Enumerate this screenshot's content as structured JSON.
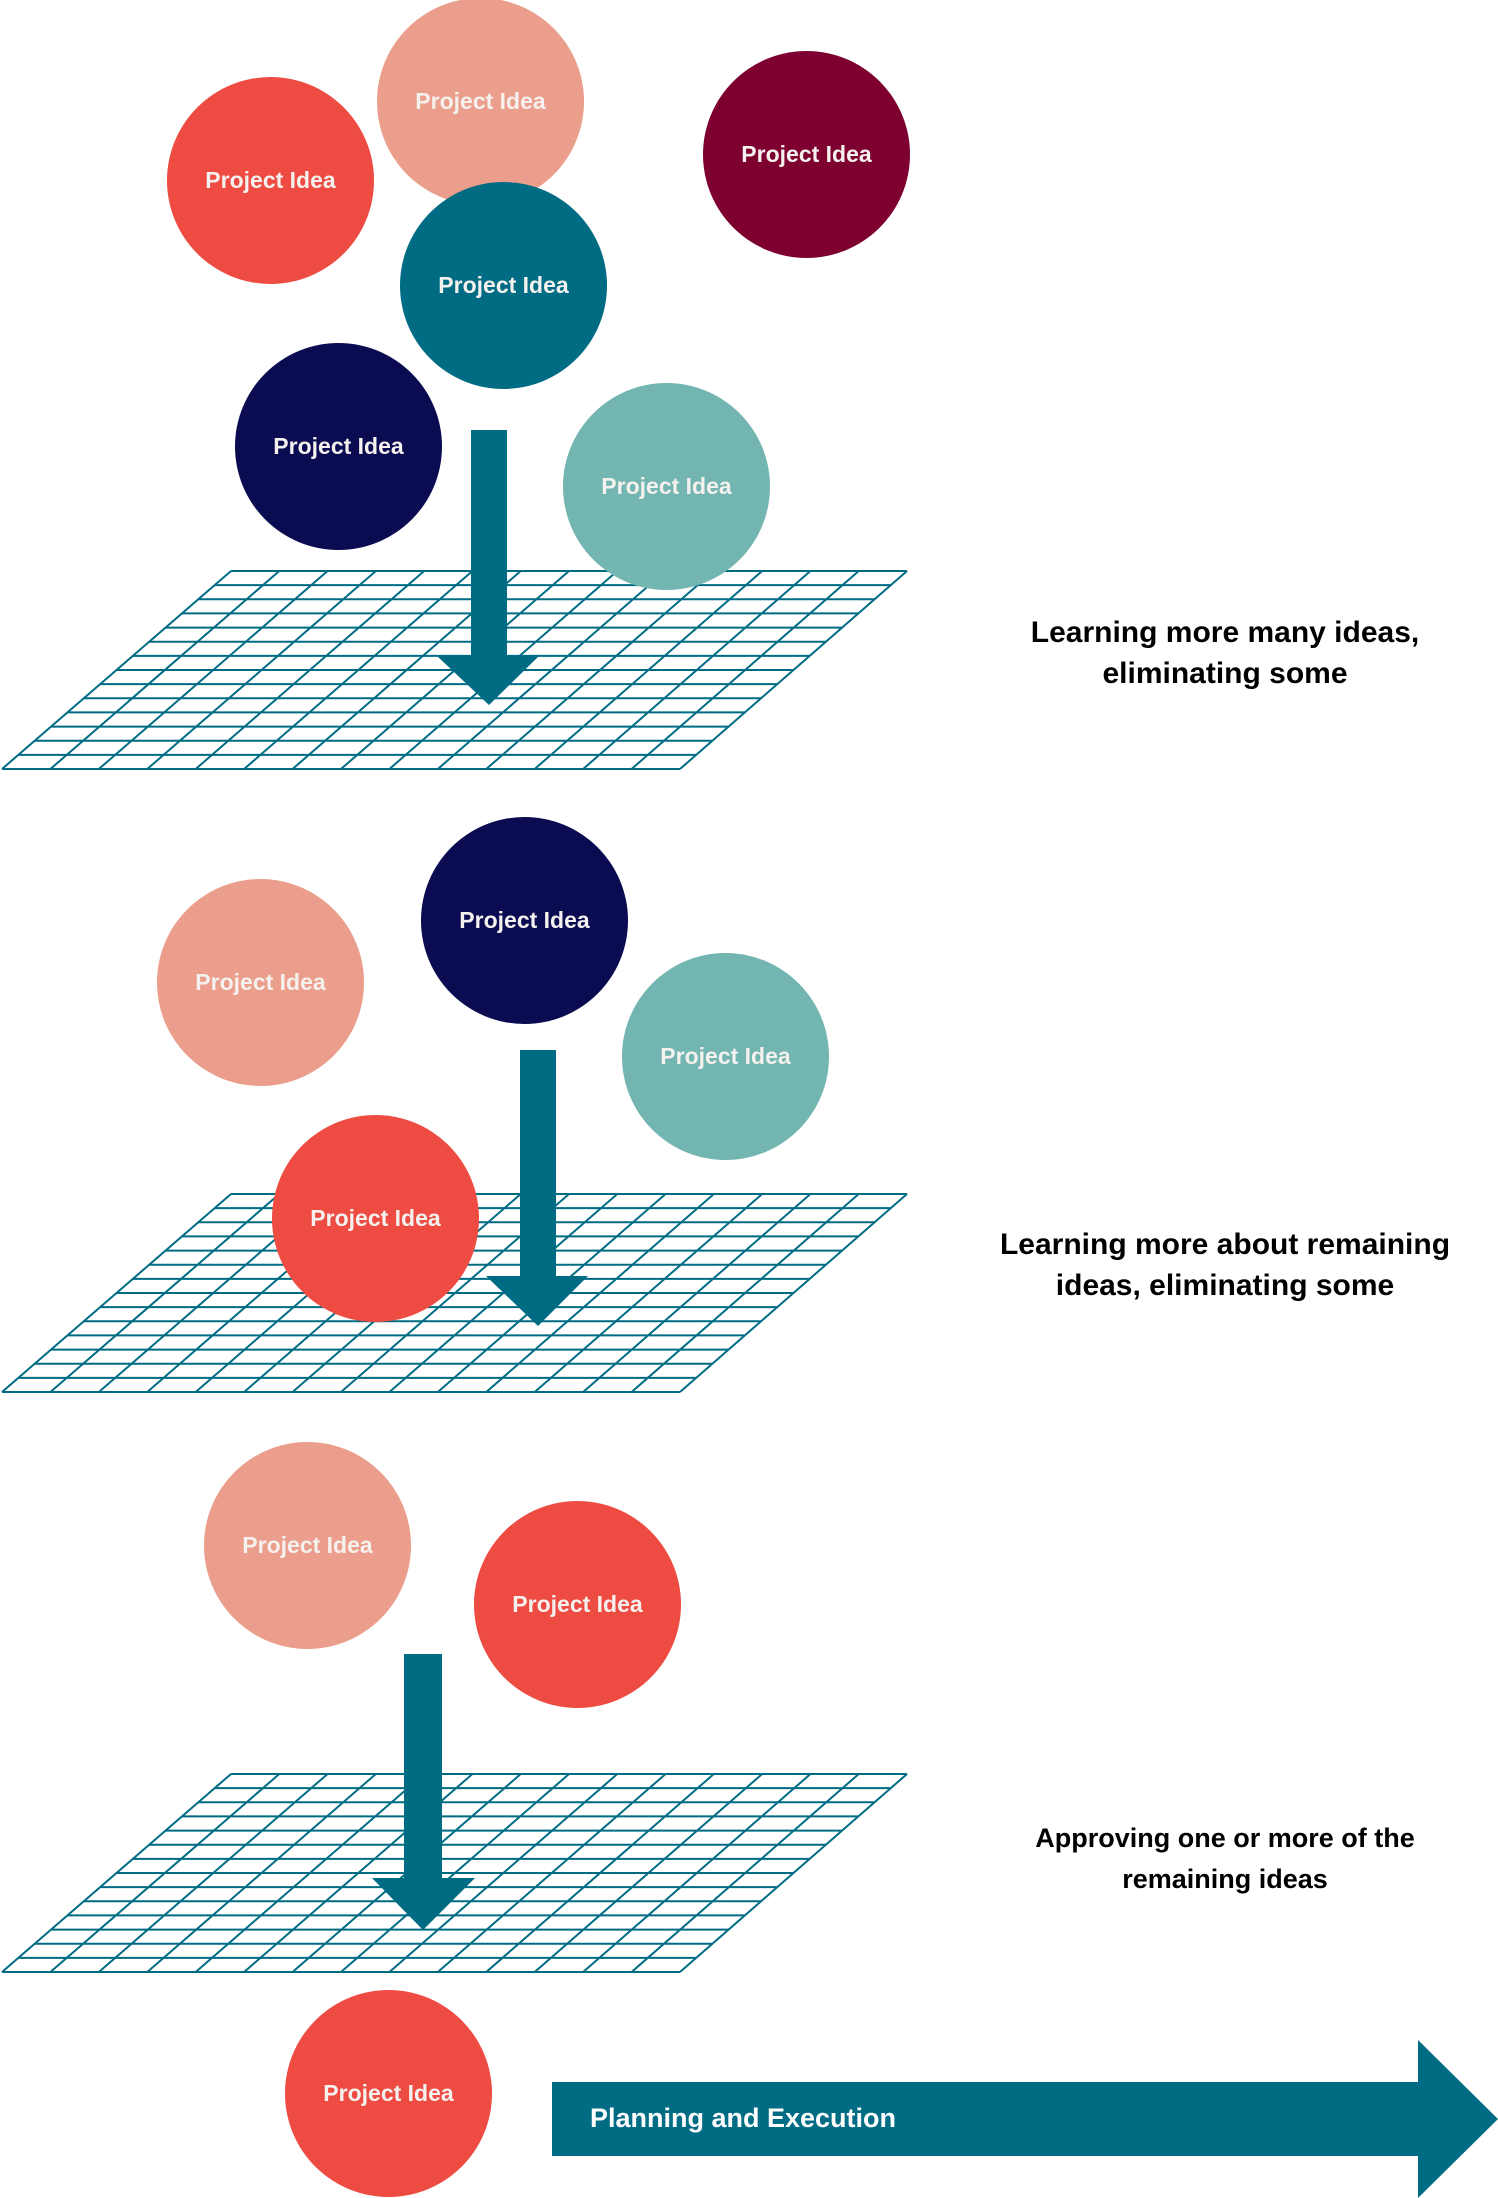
{
  "colors": {
    "teal": "#006c84",
    "red": "#ee4b42",
    "salmon": "#eb9e8b",
    "navy": "#0a0b50",
    "maroon": "#7d0030",
    "light_teal": "#73b5b0",
    "grid": "#006c84",
    "text_on_circle": "#f5f1ee"
  },
  "circle_text": "Project Idea",
  "stages": [
    {
      "label_lines": [
        "Learning more many ideas,",
        "eliminating some"
      ],
      "ideas": [
        {
          "label": "Project Idea",
          "color": "red"
        },
        {
          "label": "Project Idea",
          "color": "salmon"
        },
        {
          "label": "Project Idea",
          "color": "teal"
        },
        {
          "label": "Project Idea",
          "color": "maroon"
        },
        {
          "label": "Project Idea",
          "color": "navy"
        },
        {
          "label": "Project Idea",
          "color": "light_teal"
        }
      ]
    },
    {
      "label_lines": [
        "Learning more about remaining",
        "ideas, eliminating some"
      ],
      "ideas": [
        {
          "label": "Project Idea",
          "color": "salmon"
        },
        {
          "label": "Project Idea",
          "color": "navy"
        },
        {
          "label": "Project Idea",
          "color": "light_teal"
        },
        {
          "label": "Project Idea",
          "color": "red"
        }
      ]
    },
    {
      "label_lines": [
        "Approving one or more of the",
        "remaining ideas"
      ],
      "ideas": [
        {
          "label": "Project Idea",
          "color": "salmon"
        },
        {
          "label": "Project Idea",
          "color": "red"
        }
      ]
    }
  ],
  "final": {
    "idea": {
      "label": "Project Idea",
      "color": "red"
    },
    "arrow_label": "Planning and Execution"
  }
}
